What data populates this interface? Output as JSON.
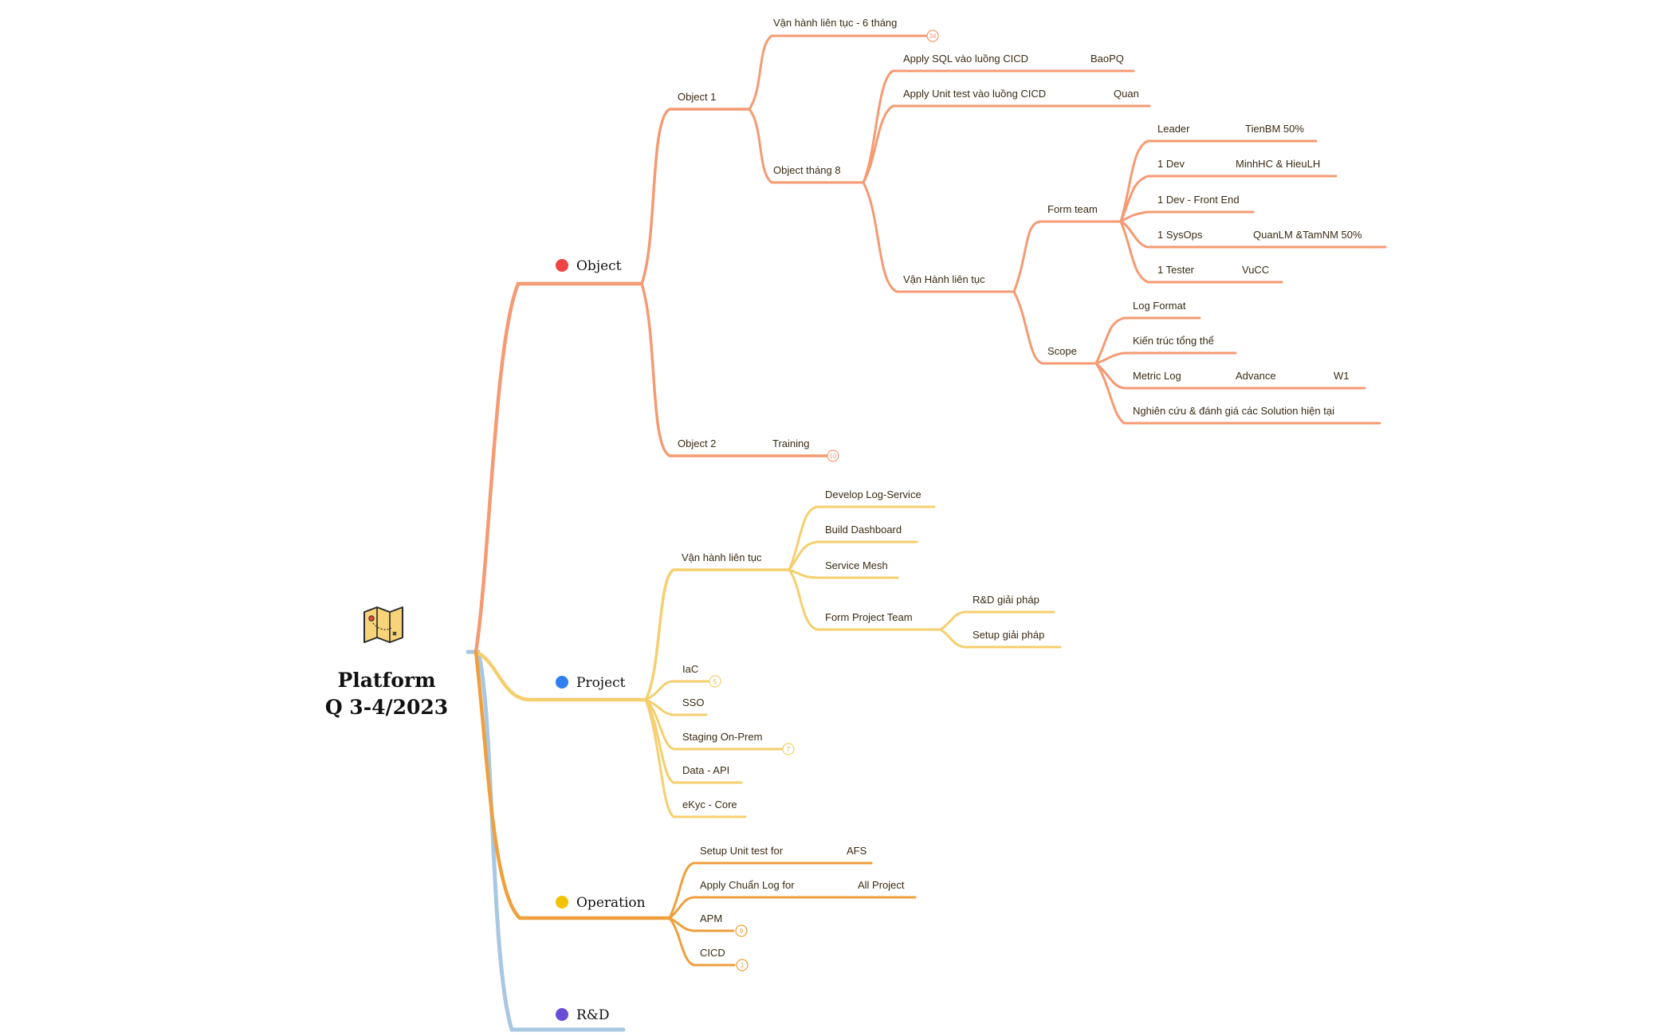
{
  "root": {
    "title_line1": "Platform",
    "title_line2": "Q 3-4/2023",
    "icon": "folded-map-icon"
  },
  "colors": {
    "object": "#f59a72",
    "project": "#f5cf6e",
    "operation": "#ef9f3c",
    "rd": "#a7c7e3",
    "dot_object": "#ef4444",
    "dot_project": "#2f80ed",
    "dot_operation": "#f2c307",
    "dot_rd": "#6b4ed6",
    "text": "#3a2a14"
  },
  "branches": {
    "object": {
      "label": "Object",
      "obj1": {
        "label": "Object 1",
        "continuous": {
          "label": "Vận hành liên tục - 6 tháng",
          "badge": "34"
        },
        "month8": {
          "label": "Object tháng 8",
          "sql": {
            "label": "Apply SQL vào luồng CICD",
            "owner": "BaoPQ"
          },
          "unit": {
            "label": "Apply Unit test vào luồng CICD",
            "owner": "Quan"
          },
          "ops": {
            "label": "Vận Hành liên tục",
            "form_team": {
              "label": "Form team",
              "members": [
                {
                  "role": "Leader",
                  "who": "TienBM 50%"
                },
                {
                  "role": "1 Dev",
                  "who": "MinhHC & HieuLH"
                },
                {
                  "role": "1 Dev - Front End",
                  "who": ""
                },
                {
                  "role": "1 SysOps",
                  "who": "QuanLM &TamNM 50%"
                },
                {
                  "role": "1 Tester",
                  "who": "VuCC"
                }
              ]
            },
            "scope": {
              "label": "Scope",
              "items": [
                {
                  "label": "Log Format",
                  "a": "",
                  "b": ""
                },
                {
                  "label": "Kiến trúc tổng thể",
                  "a": "",
                  "b": ""
                },
                {
                  "label": "Metric Log",
                  "a": "Advance",
                  "b": "W1"
                },
                {
                  "label": "Nghiên cứu & đánh giá các Solution hiện tại",
                  "a": "",
                  "b": ""
                }
              ]
            }
          }
        }
      },
      "obj2": {
        "label": "Object 2",
        "child": "Training",
        "badge": "10"
      }
    },
    "project": {
      "label": "Project",
      "ops": {
        "label": "Vận hành liên tục",
        "items": [
          "Develop Log-Service",
          "Build Dashboard",
          "Service Mesh"
        ],
        "form": {
          "label": "Form Project Team",
          "items": [
            "R&D giải pháp",
            "Setup giải pháp"
          ]
        }
      },
      "iac": {
        "label": "IaC",
        "badge": "5"
      },
      "sso": {
        "label": "SSO"
      },
      "staging": {
        "label": "Staging On-Prem",
        "badge": "7"
      },
      "data_api": {
        "label": "Data - API"
      },
      "ekyc": {
        "label": "eKyc - Core"
      }
    },
    "operation": {
      "label": "Operation",
      "unit": {
        "label": "Setup Unit test for",
        "target": "AFS"
      },
      "log": {
        "label": "Apply Chuẩn Log for",
        "target": "All Project"
      },
      "apm": {
        "label": "APM",
        "badge": "9"
      },
      "cicd": {
        "label": "CICD",
        "badge": "1"
      }
    },
    "rd": {
      "label": "R&D"
    }
  }
}
